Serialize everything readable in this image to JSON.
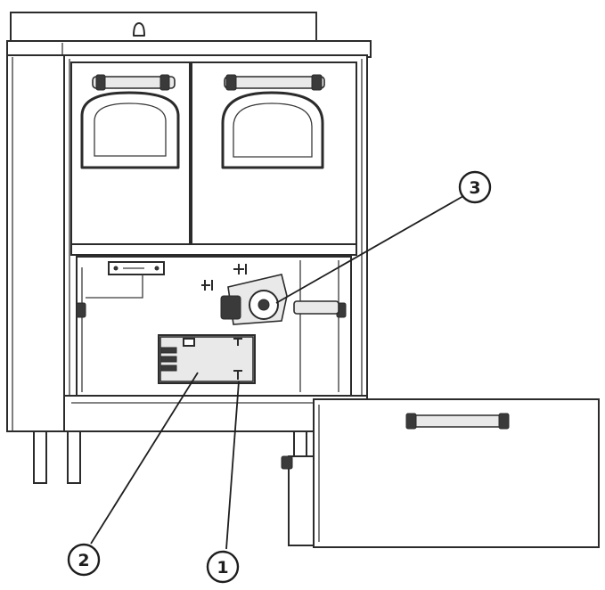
{
  "callouts": [
    {
      "id": "1",
      "label": "1"
    },
    {
      "id": "2",
      "label": "2"
    },
    {
      "id": "3",
      "label": "3"
    }
  ],
  "colors": {
    "line": "#2b2b2b",
    "fill": "#ffffff",
    "shade": "#e9e9e9"
  }
}
